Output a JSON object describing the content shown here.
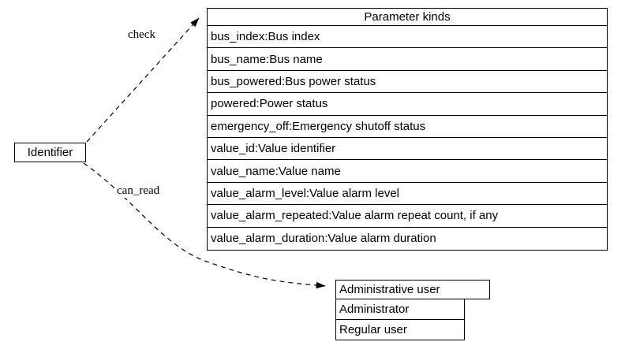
{
  "diagram": {
    "identifier_node": {
      "label": "Identifier"
    },
    "parameter_table": {
      "title": "Parameter kinds",
      "rows": [
        "bus_index:Bus index",
        "bus_name:Bus name",
        "bus_powered:Bus power status",
        "powered:Power status",
        "emergency_off:Emergency shutoff status",
        "value_id:Value identifier",
        "value_name:Value name",
        "value_alarm_level:Value alarm level",
        "value_alarm_repeated:Value alarm repeat count, if any",
        "value_alarm_duration:Value alarm duration"
      ]
    },
    "user_table": {
      "title": "Administrative user",
      "rows": [
        "Administrator",
        "Regular user"
      ]
    },
    "edges": [
      {
        "label": "check"
      },
      {
        "label": "can_read"
      }
    ],
    "colors": {
      "line": "#000000",
      "fill": "#ffffff",
      "text": "#000000"
    }
  }
}
